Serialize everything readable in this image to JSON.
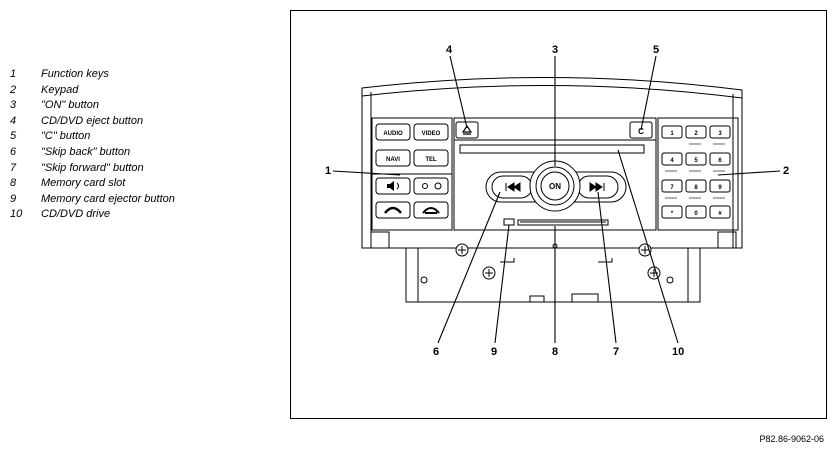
{
  "legend": [
    {
      "number": "1",
      "label": "Function keys"
    },
    {
      "number": "2",
      "label": "Keypad"
    },
    {
      "number": "3",
      "label": "\"ON\" button"
    },
    {
      "number": "4",
      "label": "CD/DVD eject button"
    },
    {
      "number": "5",
      "label": "\"C\" button"
    },
    {
      "number": "6",
      "label": "\"Skip back\" button"
    },
    {
      "number": "7",
      "label": "\"Skip forward\" button"
    },
    {
      "number": "8",
      "label": "Memory card slot"
    },
    {
      "number": "9",
      "label": "Memory card ejector button"
    },
    {
      "number": "10",
      "label": "CD/DVD drive"
    }
  ],
  "panel": {
    "audio": "AUDIO",
    "video": "VIDEO",
    "navi": "NAVI",
    "tel": "TEL",
    "on": "ON",
    "c": "C"
  },
  "keypad": [
    "1",
    "2",
    "3",
    "4",
    "5",
    "6",
    "7",
    "8",
    "9",
    "*",
    "0",
    "#"
  ],
  "callouts": {
    "c1": "1",
    "c2": "2",
    "c3": "3",
    "c4": "4",
    "c5": "5",
    "c6": "6",
    "c7": "7",
    "c8": "8",
    "c9": "9",
    "c10": "10"
  },
  "reference": "P82.86-9062-06"
}
